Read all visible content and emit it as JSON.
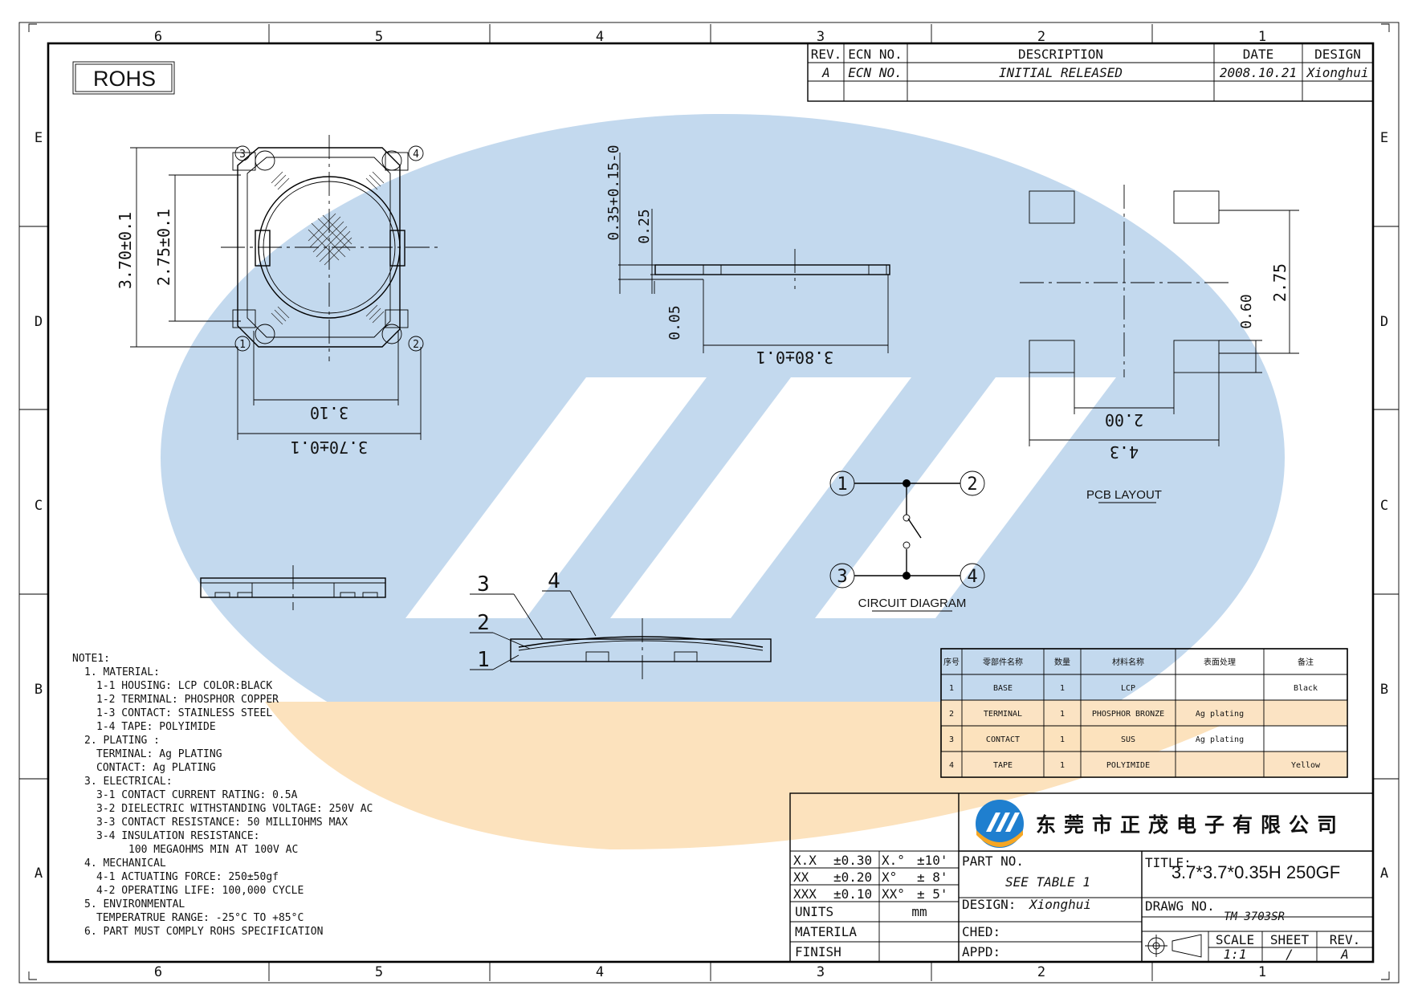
{
  "border": {
    "cols": [
      "6",
      "5",
      "4",
      "3",
      "2",
      "1"
    ],
    "rows": [
      "E",
      "D",
      "C",
      "B",
      "A"
    ]
  },
  "rohs": "ROHS",
  "revision_table": {
    "headers": [
      "REV.",
      "ECN NO.",
      "DESCRIPTION",
      "DATE",
      "DESIGN"
    ],
    "row": [
      "A",
      "ECN NO.",
      "INITIAL RELEASED",
      "2008.10.21",
      "Xionghui"
    ]
  },
  "top_view": {
    "dim_h_outer": "3.70±0.1",
    "dim_h_inner": "2.75±0.1",
    "dim_w_inner": "3.10",
    "dim_w_outer": "3.70±0.1",
    "pins": [
      "3",
      "4",
      "1",
      "2"
    ]
  },
  "side_view": {
    "dim_thickness": "0.35+0.15-0",
    "dim_0_25": "0.25",
    "dim_0_05": "0.05",
    "dim_length": "3.80±0.1"
  },
  "pcb_layout": {
    "label": "PCB LAYOUT",
    "dim_2_75": "2.75",
    "dim_0_60": "0.60",
    "dim_2_00": "2.00",
    "dim_4_3": "4.3"
  },
  "circuit": {
    "label": "CIRCUIT DIAGRAM",
    "pins": [
      "1",
      "2",
      "3",
      "4"
    ]
  },
  "section_callouts": [
    "3",
    "4",
    "2",
    "1"
  ],
  "notes": [
    "NOTE1:",
    "1. MATERIAL:",
    "1-1 HOUSING: LCP   COLOR:BLACK",
    "1-2 TERMINAL: PHOSPHOR COPPER",
    "1-3 CONTACT: STAINLESS STEEL",
    "1-4 TAPE: POLYIMIDE",
    "2. PLATING :",
    "TERMINAL: Ag PLATING",
    "CONTACT: Ag PLATING",
    "3. ELECTRICAL:",
    "3-1 CONTACT CURRENT RATING: 0.5A",
    "3-2 DIELECTRIC WITHSTANDING VOLTAGE: 250V AC",
    "3-3 CONTACT RESISTANCE: 50 MILLIOHMS MAX",
    "3-4 INSULATION RESISTANCE:",
    "100 MEGAOHMS MIN AT 100V AC",
    "4. MECHANICAL",
    "4-1 ACTUATING FORCE: 250±50gf",
    "4-2 OPERATING LIFE: 100,000 CYCLE",
    "5. ENVIRONMENTAL",
    "TEMPERATRUE RANGE: -25°C TO +85°C",
    "6. PART MUST COMPLY ROHS SPECIFICATION"
  ],
  "bom": {
    "headers": [
      "序号",
      "零部件名称",
      "数量",
      "材料名称",
      "表面处理",
      "备注"
    ],
    "rows": [
      [
        "1",
        "BASE",
        "1",
        "LCP",
        "",
        "Black"
      ],
      [
        "2",
        "TERMINAL",
        "1",
        "PHOSPHOR BRONZE",
        "Ag plating",
        ""
      ],
      [
        "3",
        "CONTACT",
        "1",
        "SUS",
        "Ag plating",
        ""
      ],
      [
        "4",
        "TAPE",
        "1",
        "POLYIMIDE",
        "",
        "Yellow"
      ]
    ]
  },
  "title_block": {
    "company": "东莞市正茂电子有限公司",
    "tolerances": [
      [
        "X.X",
        "±0.30",
        "X.°",
        "±10'"
      ],
      [
        "XX",
        "±0.20",
        "X°",
        "± 8'"
      ],
      [
        "XXX",
        "±0.10",
        "XX°",
        "± 5'"
      ]
    ],
    "units_label": "UNITS",
    "units_value": "mm",
    "materila_label": "MATERILA",
    "finish_label": "FINISH",
    "part_no_label": "PART NO.",
    "part_no_value": "SEE TABLE 1",
    "design_label": "DESIGN:",
    "design_value": "Xionghui",
    "ched_label": "CHED:",
    "appd_label": "APPD:",
    "title_label": "TITLE:",
    "title_value": "3.7*3.7*0.35H 250GF",
    "drawg_label": "DRAWG NO.",
    "drawg_value": "TM-3703SR",
    "scale_label": "SCALE",
    "scale_value": "1:1",
    "sheet_label": "SHEET",
    "sheet_value": "/",
    "rev_label": "REV.",
    "rev_value": "A"
  },
  "colors": {
    "watermark_blue": "#c3d9ee",
    "watermark_orange": "#fce2bd",
    "bom_highlight": "#fbe3c3",
    "logo_blue": "#1f7fcf",
    "logo_orange": "#f5a623"
  }
}
